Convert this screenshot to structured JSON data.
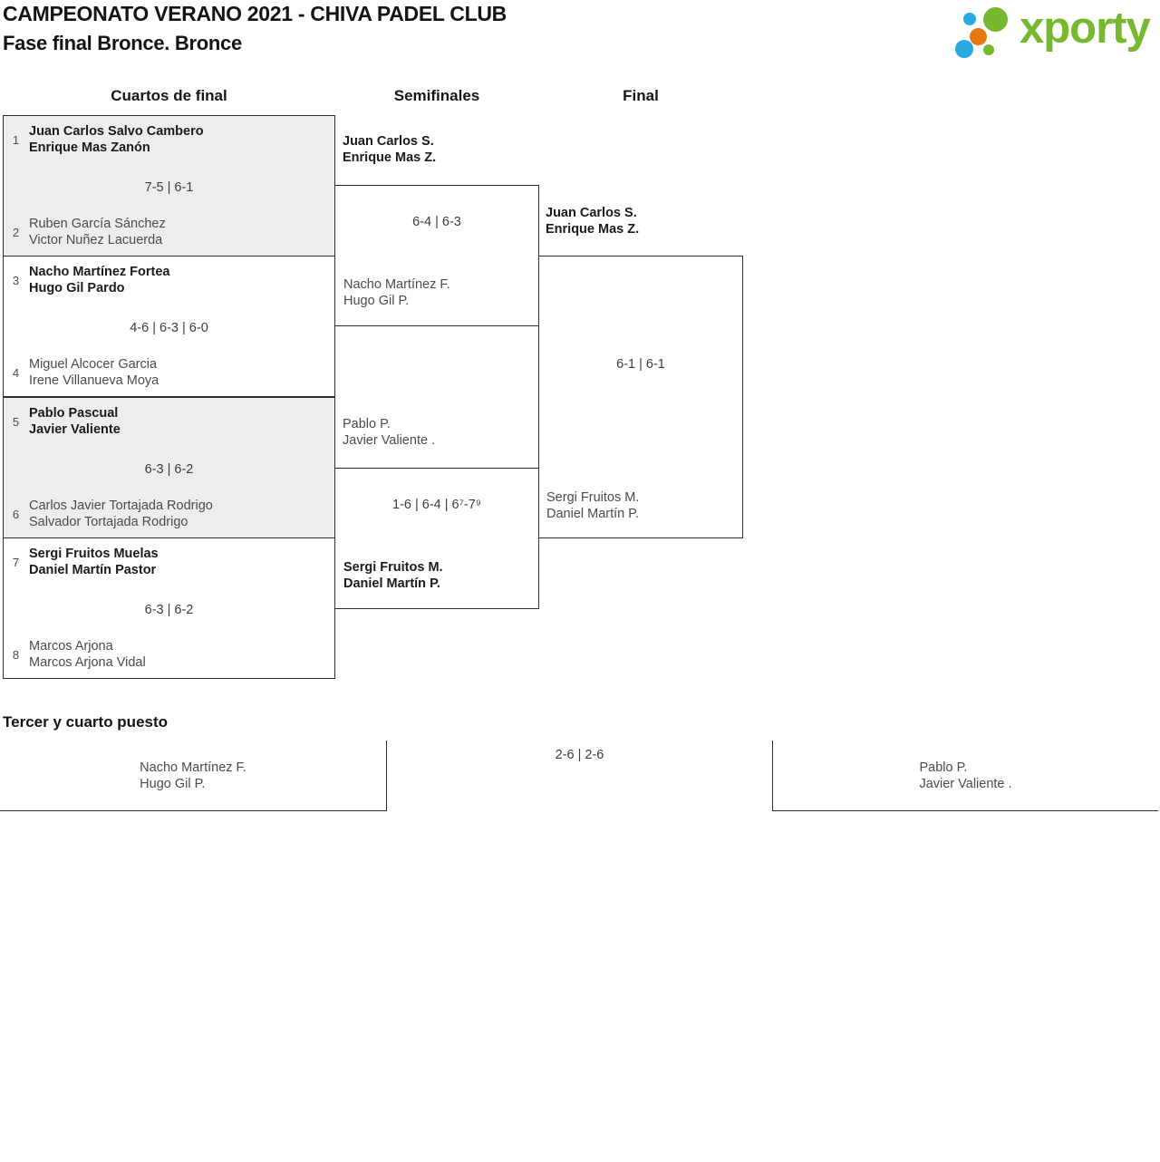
{
  "page": {
    "title": "CAMPEONATO VERANO 2021 - CHIVA PADEL CLUB",
    "subtitle": "Fase final Bronce. Bronce"
  },
  "logo": {
    "text": "xporty"
  },
  "colors": {
    "logo_green": "#76b82e",
    "logo_blue": "#29abe2",
    "logo_orange": "#e8770e",
    "box_gray": "#ededed",
    "line": "#2f2f2f"
  },
  "columns": {
    "quarterfinals": "Cuartos de final",
    "semifinals": "Semifinales",
    "final": "Final"
  },
  "quarterfinals": [
    {
      "seed_top": "1",
      "team_top": [
        "Juan Carlos Salvo Cambero",
        "Enrique Mas Zanón"
      ],
      "score": "7-5 | 6-1",
      "seed_bottom": "2",
      "team_bottom": [
        "Ruben García Sánchez",
        "Victor Nuñez Lacuerda"
      ]
    },
    {
      "seed_top": "3",
      "team_top": [
        "Nacho Martínez Fortea",
        "Hugo Gil Pardo"
      ],
      "score": "4-6 | 6-3 | 6-0",
      "seed_bottom": "4",
      "team_bottom": [
        "Miguel Alcocer Garcia",
        "Irene Villanueva Moya"
      ]
    },
    {
      "seed_top": "5",
      "team_top": [
        "Pablo Pascual",
        "Javier Valiente"
      ],
      "score": "6-3 | 6-2",
      "seed_bottom": "6",
      "team_bottom": [
        "Carlos Javier Tortajada Rodrigo",
        "Salvador Tortajada Rodrigo"
      ]
    },
    {
      "seed_top": "7",
      "team_top": [
        "Sergi Fruitos Muelas",
        "Daniel Martín Pastor"
      ],
      "score": "6-3 | 6-2",
      "seed_bottom": "8",
      "team_bottom": [
        "Marcos Arjona",
        "Marcos Arjona Vidal"
      ]
    }
  ],
  "semifinals": [
    {
      "team_top": [
        "Juan Carlos S.",
        "Enrique Mas Z."
      ],
      "score": "6-4 | 6-3",
      "team_bottom": [
        "Nacho Martínez F.",
        "Hugo Gil P."
      ]
    },
    {
      "team_top": [
        "Pablo P.",
        "Javier Valiente ."
      ],
      "score": "1-6 | 6-4 | 6⁷-7⁹",
      "team_bottom": [
        "Sergi Fruitos M.",
        "Daniel Martín P."
      ]
    }
  ],
  "final": {
    "team_top": [
      "Juan Carlos S.",
      "Enrique Mas Z."
    ],
    "score": "6-1 | 6-1",
    "team_bottom": [
      "Sergi Fruitos M.",
      "Daniel Martín P."
    ]
  },
  "third_place": {
    "heading": "Tercer y cuarto puesto",
    "team_left": [
      "Nacho Martínez F.",
      "Hugo Gil P."
    ],
    "score": "2-6 | 2-6",
    "team_right": [
      "Pablo P.",
      "Javier Valiente ."
    ]
  }
}
